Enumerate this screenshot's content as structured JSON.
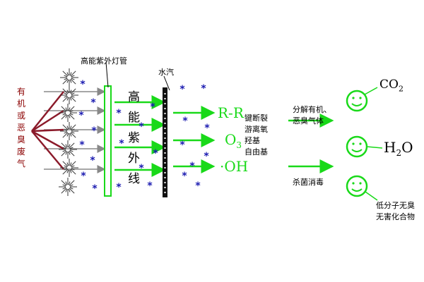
{
  "waste_gas_label": [
    "有",
    "机",
    "或",
    "恶",
    "臭",
    "废",
    "气"
  ],
  "lamp_label": "高能紫外灯管",
  "water_vapor_label": "水汽",
  "uv_label": [
    "高",
    "能",
    "紫",
    "外",
    "线"
  ],
  "species": {
    "radical": "R-R",
    "ozone": "O3",
    "ozone_main": "O",
    "ozone_sub": "3",
    "hydroxyl": "·OH"
  },
  "mid_notes": [
    "键断裂",
    "游离氧",
    "羟基",
    "自由基"
  ],
  "actions": {
    "decompose_line1": "分解有机、",
    "decompose_line2": "恶臭气体",
    "sterilize": "杀菌消毒"
  },
  "products": {
    "co2": "CO2",
    "co2_main": "CO",
    "co2_sub": "2",
    "h2o": "H2O",
    "h2o_main": "H",
    "h2o_sub": "2",
    "h2o_end": "O",
    "low_molecule_line1": "低分子无臭",
    "low_molecule_line2": "无害化合物"
  },
  "colors": {
    "waste_text": "#8b0000",
    "waste_arrows": "#8b1a2a",
    "green": "#19d919",
    "blue": "#1a1ab0",
    "gray_arrow": "#888888",
    "black": "#000000"
  }
}
